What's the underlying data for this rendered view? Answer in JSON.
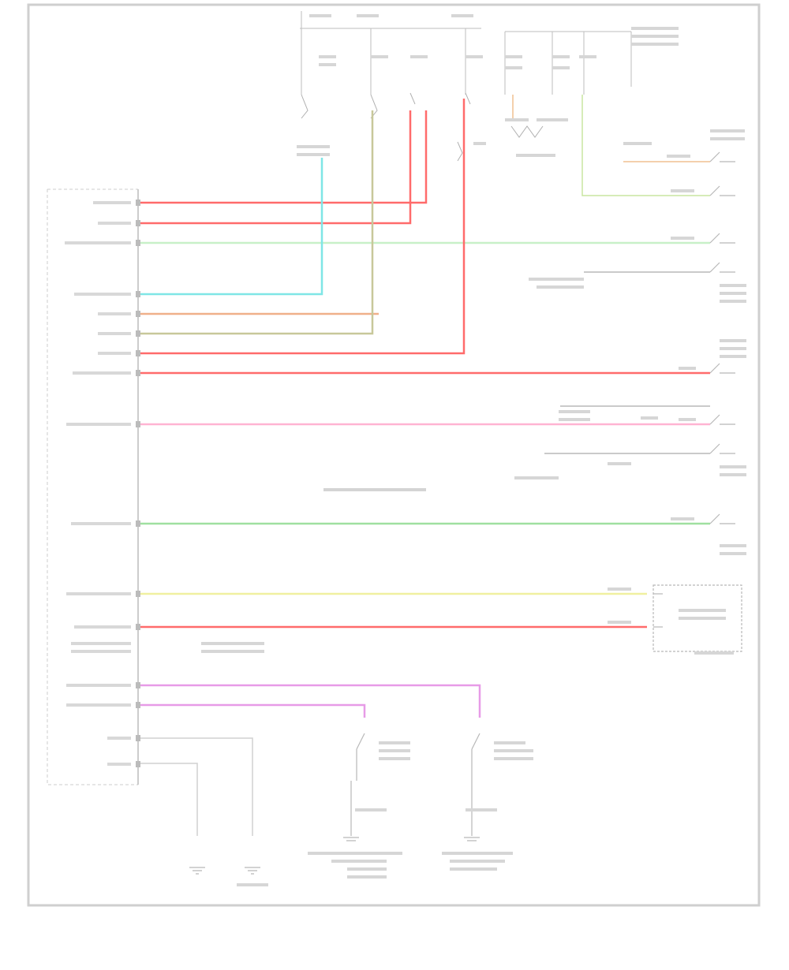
{
  "diagram": {
    "center_note": "",
    "left_module_label": "",
    "right_module_label": "",
    "sheet_label": ""
  },
  "colors": {
    "red": "#ff6b6b",
    "pink": "#ffb4d2",
    "green": "#9fe0a0",
    "light_green": "#c8f0c8",
    "cyan": "#7fe6e6",
    "orange": "#f0b08a",
    "olive": "#c8c89a",
    "yellow": "#f0f0a0",
    "violet": "#e79be7",
    "frame": "#c8c8c8",
    "ink": "#9a9a9a"
  },
  "wires": [
    {
      "name": "wire-red-1",
      "color": "red"
    },
    {
      "name": "wire-red-2",
      "color": "red"
    },
    {
      "name": "wire-green-light-1",
      "color": "light_green"
    },
    {
      "name": "wire-cyan",
      "color": "cyan"
    },
    {
      "name": "wire-orange",
      "color": "orange"
    },
    {
      "name": "wire-olive",
      "color": "olive"
    },
    {
      "name": "wire-red-3",
      "color": "red"
    },
    {
      "name": "wire-red-4",
      "color": "red"
    },
    {
      "name": "wire-pink",
      "color": "pink"
    },
    {
      "name": "wire-green",
      "color": "green"
    },
    {
      "name": "wire-yellow",
      "color": "yellow"
    },
    {
      "name": "wire-red-5",
      "color": "red"
    },
    {
      "name": "wire-violet-1",
      "color": "violet"
    },
    {
      "name": "wire-violet-2",
      "color": "violet"
    }
  ]
}
